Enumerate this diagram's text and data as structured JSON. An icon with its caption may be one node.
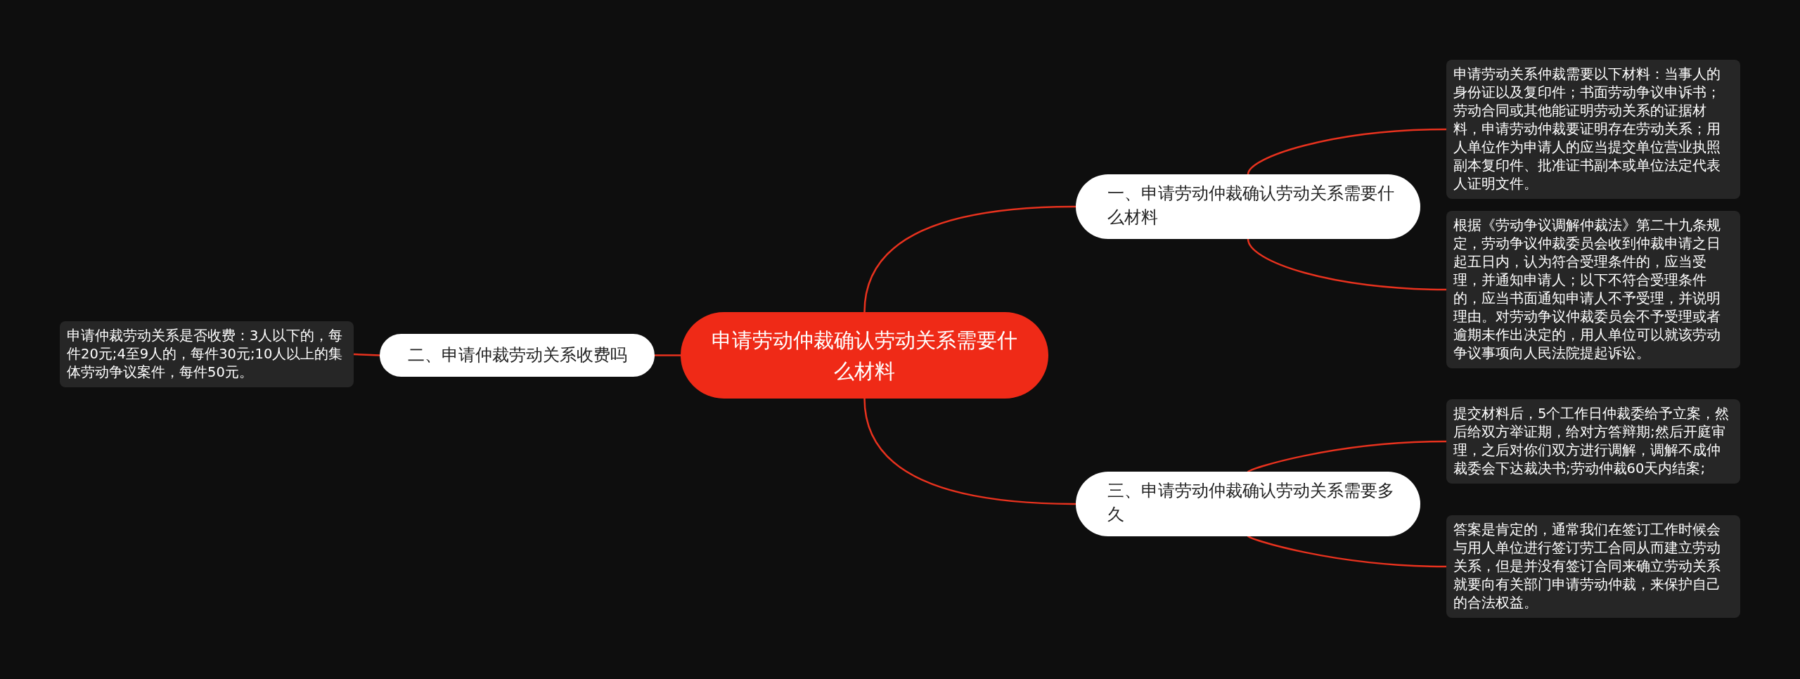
{
  "diagram": {
    "nodes": [
      {
        "text": [
          "申请劳动仲裁确认劳动关系需要什么材料"
        ]
      },
      {
        "text": [
          "一、申请劳动仲裁确认劳动关系需要什么材料"
        ]
      },
      {
        "text": [
          "申请劳动关系仲裁需要以下材料：当事人的身份证以及复印件；书面劳动争议申诉书；劳动合同或其他能证明劳动关系的证据材料，申请劳动仲裁要证明存在劳动关系；用人单位作为申请人的应当提交单位营业执照副本复印件、批准证书副本或单位法定代表人证明文件。"
        ]
      },
      {
        "text": [
          "根据《劳动争议调解仲裁法》第二十九条规定，劳动争议仲裁委员会收到仲裁申请之日起五日内，认为符合受理条件的，应当受理，并通知申请人；以下不符合受理条件的，应当书面通知申请人不予受理，并说明理由。对劳动争议仲裁委员会不予受理或者逾期未作出决定的，用人单位可以就该劳动争议事项向人民法院提起诉讼。"
        ]
      },
      {
        "text": [
          "二、申请仲裁劳动关系收费吗"
        ]
      },
      {
        "text": [
          "申请仲裁劳动关系是否收费：3人以下的，每件20元;4至9人的，每件30元;10人以上的集体劳动争议案件，每件50元。"
        ]
      },
      {
        "text": [
          "三、申请劳动仲裁确认劳动关系需要多久"
        ]
      },
      {
        "text": [
          "提交材料后，5个工作日仲裁委给予立案，然后给双方举证期，给对方答辩期;然后开庭审理，之后对你们双方进行调解，调解不成仲裁委会下达裁决书;劳动仲裁60天内结案;"
        ]
      },
      {
        "text": [
          "答案是肯定的，通常我们在签订工作时候会与用人单位进行签订劳工合同从而建立劳动关系，但是并没有签订合同来确立劳动关系就要向有关部门申请劳动仲裁，来保护自己的合法权益。"
        ]
      }
    ],
    "edges": [
      {
        "from": 0,
        "to": 1,
        "arrow": "none"
      },
      {
        "from": 1,
        "to": 2,
        "arrow": "none"
      },
      {
        "from": 1,
        "to": 3,
        "arrow": "none"
      },
      {
        "from": 0,
        "to": 4,
        "arrow": "none"
      },
      {
        "from": 4,
        "to": 5,
        "arrow": "none"
      },
      {
        "from": 0,
        "to": 6,
        "arrow": "none"
      },
      {
        "from": 6,
        "to": 7,
        "arrow": "none"
      },
      {
        "from": 6,
        "to": 8,
        "arrow": "none"
      }
    ]
  }
}
